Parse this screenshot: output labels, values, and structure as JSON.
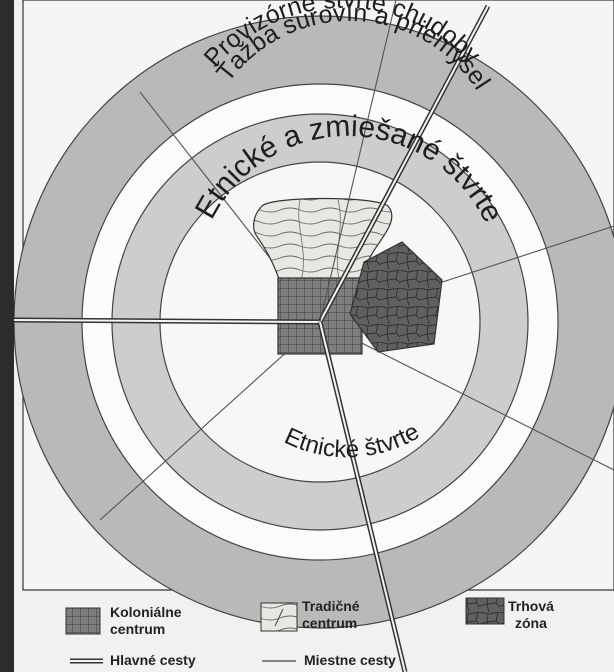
{
  "figure": {
    "ring_labels": {
      "outer": "Provizórne štvrte chudoby",
      "middle": "Ťažba surovín a priemysel",
      "inner": "Etnické a zmiešané štvrte",
      "lower": "Etnické štvrte"
    }
  },
  "legend": {
    "colonial_line1": "Koloniálne",
    "colonial_line2": "centrum",
    "traditional_line1": "Tradičné",
    "traditional_line2": "centrum",
    "market_line1": "Trhová",
    "market_line2": "zóna",
    "main_roads": "Hlavné cesty",
    "local_roads": "Miestne cesty"
  },
  "colors": {
    "page": "#f2f1ef",
    "outer_ring": "#b9b9b9",
    "white_ring": "#fbfbfb",
    "grey_ring": "#cdcdcd",
    "core_fill": "#f7f7f7",
    "colonial": "#7e7e7e",
    "market": "#5f5f5f",
    "traditional": "#e9e7e2",
    "line": "#4a4a4a"
  }
}
